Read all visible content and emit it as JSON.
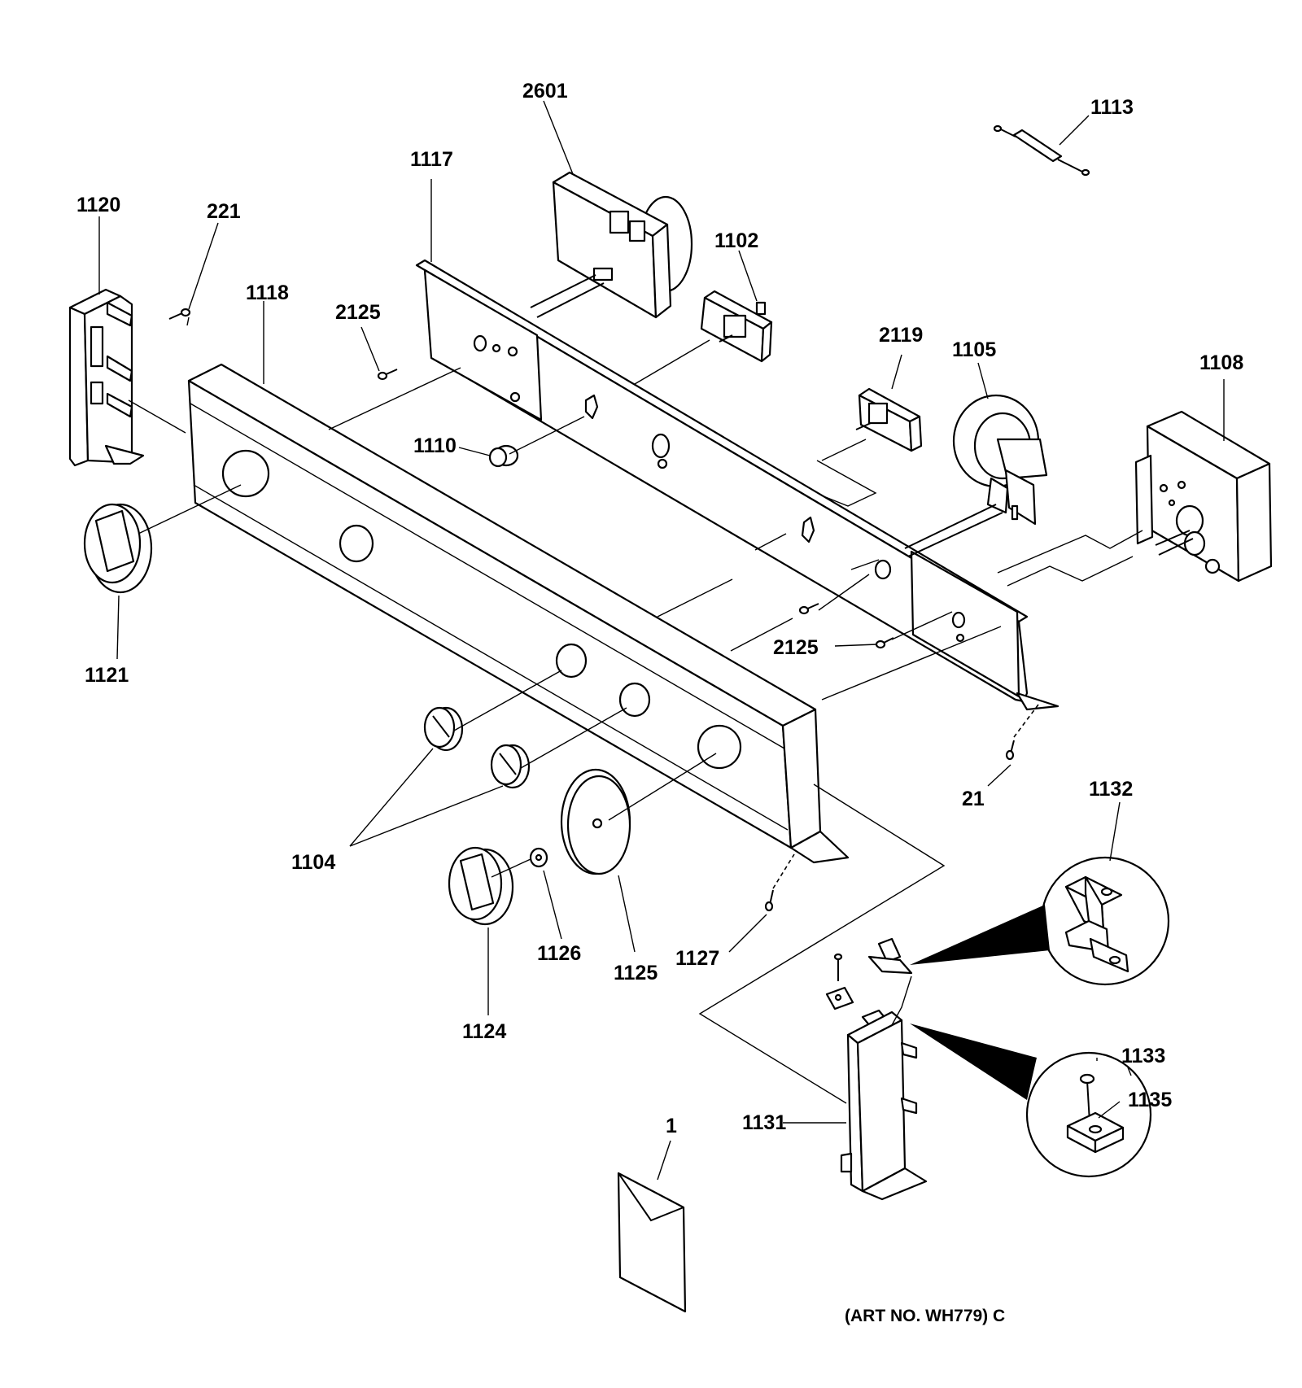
{
  "labels": {
    "l2601": "2601",
    "l1113": "1113",
    "l1117": "1117",
    "l1120": "1120",
    "l221": "221",
    "l1102": "1102",
    "l1118": "1118",
    "l2125a": "2125",
    "l2119": "2119",
    "l1105": "1105",
    "l1108": "1108",
    "l1110": "1110",
    "l1121": "1121",
    "l2125b": "2125",
    "l21": "21",
    "l1132": "1132",
    "l1104": "1104",
    "l1126": "1126",
    "l1125": "1125",
    "l1127": "1127",
    "l1124": "1124",
    "l1133": "1133",
    "l1135": "1135",
    "l1131": "1131",
    "l1": "1"
  },
  "art_number": "(ART NO. WH779) C"
}
